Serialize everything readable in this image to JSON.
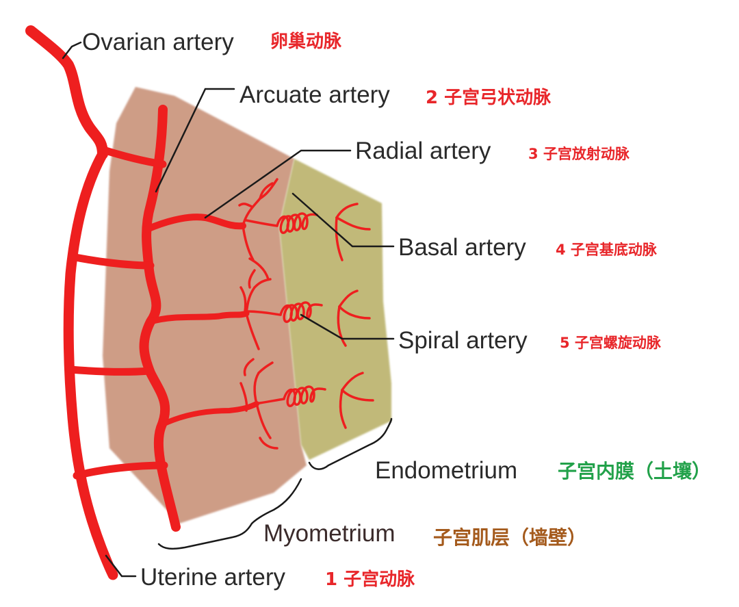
{
  "labels": {
    "ovarian": {
      "en": "Ovarian artery",
      "cn": "卵巢动脉"
    },
    "arcuate": {
      "en": "Arcuate artery",
      "cn": "2 子宫弓状动脉"
    },
    "radial": {
      "en": "Radial artery",
      "cn": "3 子宫放射动脉"
    },
    "basal": {
      "en": "Basal artery",
      "cn": "4 子宫基底动脉"
    },
    "spiral": {
      "en": "Spiral artery",
      "cn": "5 子宫螺旋动脉"
    },
    "endometrium": {
      "en": "Endometrium",
      "cn": "子宫内膜（土壤）"
    },
    "myometrium": {
      "en": "Myometrium",
      "cn": "子宫肌层（墙壁）"
    },
    "uterine": {
      "en": "Uterine artery",
      "cn": "1 子宫动脉"
    }
  },
  "colors": {
    "artery": "#ee1f1f",
    "myometrium": "#c9937a",
    "endometrium": "#bcb46e",
    "label_red": "#e8262a",
    "label_green": "#22a14a",
    "label_brown": "#a45a1c"
  }
}
